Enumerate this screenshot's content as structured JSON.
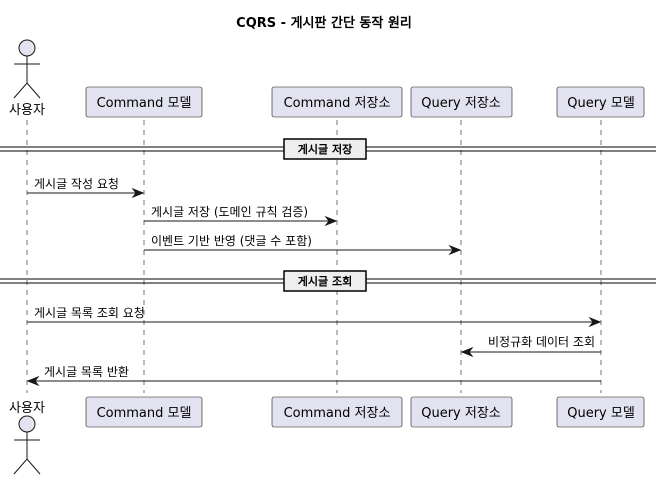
{
  "title": "CQRS - 게시판 간단 동작 원리",
  "participants": [
    {
      "id": "user",
      "label": "사용자",
      "kind": "actor"
    },
    {
      "id": "command_model",
      "label": "Command 모델",
      "kind": "box"
    },
    {
      "id": "command_store",
      "label": "Command 저장소",
      "kind": "box"
    },
    {
      "id": "query_store",
      "label": "Query 저장소",
      "kind": "box"
    },
    {
      "id": "query_model",
      "label": "Query 모델",
      "kind": "box"
    }
  ],
  "dividers": [
    {
      "label": "게시글 저장"
    },
    {
      "label": "게시글 조회"
    }
  ],
  "messages": [
    {
      "from": "user",
      "to": "command_model",
      "label": "게시글 작성 요청"
    },
    {
      "from": "command_model",
      "to": "command_store",
      "label": "게시글 저장 (도메인 규칙 검증)"
    },
    {
      "from": "command_model",
      "to": "query_store",
      "label": "이벤트 기반 반영 (댓글 수 포함)"
    },
    {
      "from": "user",
      "to": "query_model",
      "label": "게시글 목록 조회 요청"
    },
    {
      "from": "query_model",
      "to": "query_store",
      "label": "비정규화 데이터 조회"
    },
    {
      "from": "query_model",
      "to": "user",
      "label": "게시글 목록 반환"
    }
  ],
  "colors": {
    "participant_fill": "#e2e2f0",
    "line": "#181818",
    "divider_fill": "#eeeeee"
  }
}
